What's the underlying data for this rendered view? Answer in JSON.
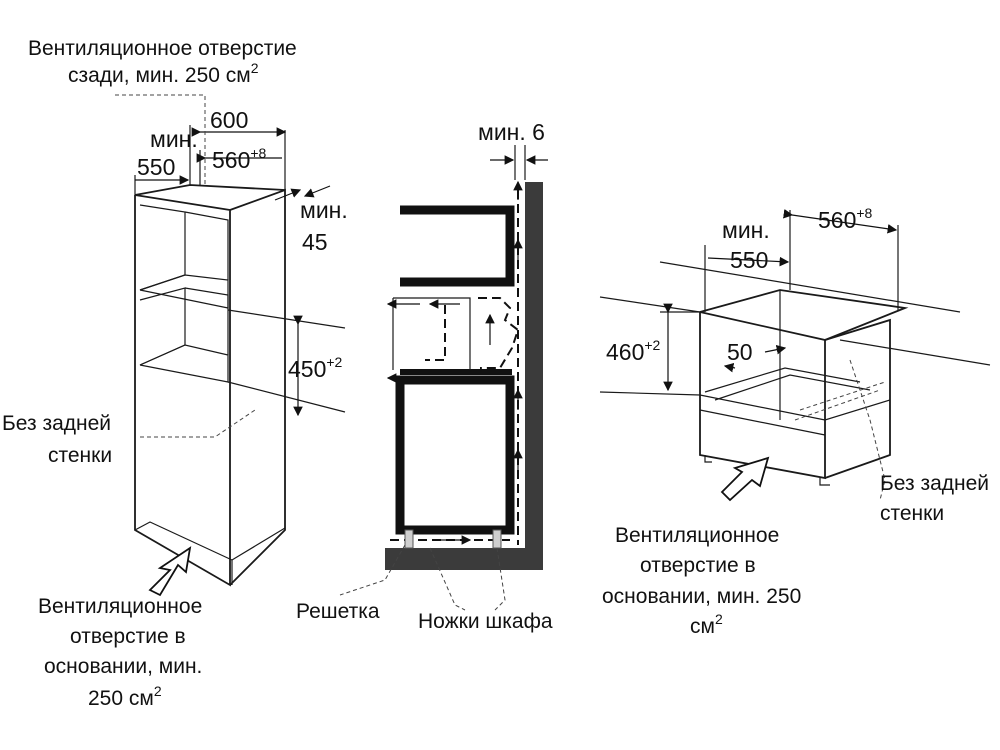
{
  "labels": {
    "vent_back_line1": "Вентиляционное отверстие",
    "vent_back_line2": "сзади, мин. 250 см",
    "vent_back_sup": "2",
    "no_back_wall_left_1": "Без задней",
    "no_back_wall_left_2": "стенки",
    "vent_base_left_1": "Вентиляционное",
    "vent_base_left_2": "отверстие в",
    "vent_base_left_3": "основании, мин.",
    "vent_base_left_4": "250 см",
    "vent_base_left_sup": "2",
    "grille": "Решетка",
    "cabinet_legs": "Ножки шкафа",
    "vent_base_right_1": "Вентиляционное",
    "vent_base_right_2": "отверстие в",
    "vent_base_right_3": "основании, мин. 250",
    "vent_base_right_4": "см",
    "vent_base_right_sup": "2",
    "no_back_wall_right_1": "Без задней",
    "no_back_wall_right_2": "стенки"
  },
  "dimensions": {
    "left_min_label": "мин.",
    "left_550": "550",
    "left_600": "600",
    "left_560": "560",
    "left_560_sup": "+8",
    "left_min45_label": "мин.",
    "left_min45_value": "45",
    "left_450": "450",
    "left_450_sup": "+2",
    "mid_min6": "мин. 6",
    "right_min_label": "мин.",
    "right_550": "550",
    "right_560": "560",
    "right_560_sup": "+8",
    "right_460": "460",
    "right_460_sup": "+2",
    "right_50": "50"
  }
}
